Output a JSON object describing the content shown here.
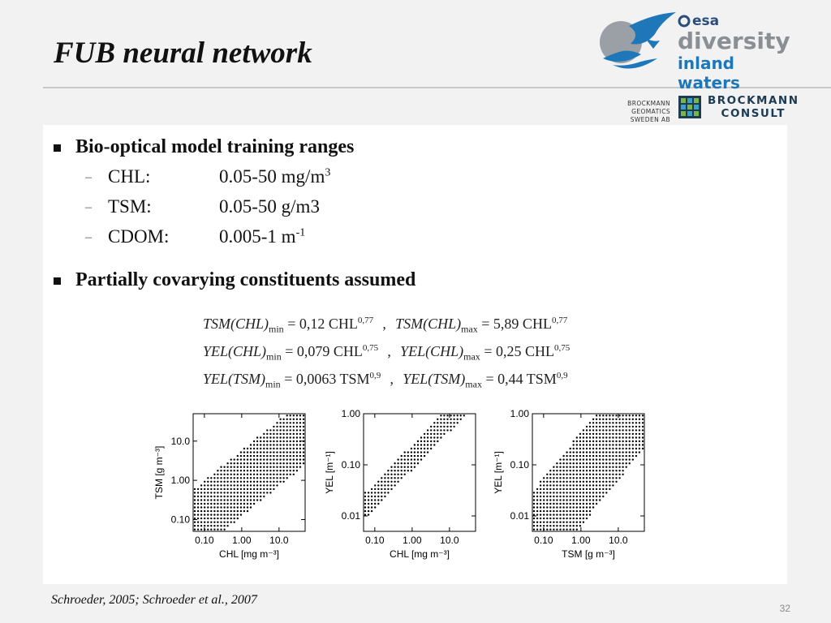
{
  "slide": {
    "title": "FUB neural network",
    "page_number": "32",
    "citation": "Schroeder, 2005; Schroeder et al., 2007"
  },
  "logos": {
    "esa": "esa",
    "diversity": "diversity",
    "inland_waters": "inland waters",
    "brockmann_geomatics_line1": "Brockmann Geomatics",
    "brockmann_geomatics_line2": "Sweden AB",
    "brockmann_consult_line1": "Brockmann",
    "brockmann_consult_line2": "Consult"
  },
  "content": {
    "bullet1": "Bio-optical model training ranges",
    "ranges": [
      {
        "name": "CHL:",
        "value": "0.05-50 mg/m",
        "sup": "3"
      },
      {
        "name": "TSM:",
        "value": "0.05-50 g/m3",
        "sup": ""
      },
      {
        "name": "CDOM:",
        "value": "0.005-1 m",
        "sup": "-1"
      }
    ],
    "bullet2": "Partially covarying constituents assumed",
    "equations": [
      {
        "left": "TSM(CHL)",
        "lsub": "min",
        "lrhs": " = 0,12 CHL",
        "lexp": "0,77",
        "right": "TSM(CHL)",
        "rsub": "max",
        "rrhs": " = 5,89 CHL",
        "rexp": "0,77"
      },
      {
        "left": "YEL(CHL)",
        "lsub": "min",
        "lrhs": " = 0,079 CHL",
        "lexp": "0,75",
        "right": "YEL(CHL)",
        "rsub": "max",
        "rrhs": " = 0,25 CHL",
        "rexp": "0,75"
      },
      {
        "left": "YEL(TSM)",
        "lsub": "min",
        "lrhs": " = 0,0063 TSM",
        "lexp": "0,9",
        "right": "YEL(TSM)",
        "rsub": "max",
        "rrhs": " = 0,44 TSM",
        "rexp": "0,9"
      }
    ]
  },
  "chart_data": [
    {
      "type": "scatter",
      "xlabel": "CHL [mg m⁻³]",
      "ylabel": "TSM [g m⁻³]",
      "x_scale": "log",
      "y_scale": "log",
      "xlim": [
        0.05,
        50
      ],
      "ylim": [
        0.05,
        50
      ],
      "x_ticks": [
        "0.10",
        "1.00",
        "10.0"
      ],
      "y_ticks": [
        "0.10",
        "1.00",
        "10.0"
      ],
      "band": {
        "min_coef": 0.12,
        "max_coef": 5.89,
        "exponent": 0.77
      }
    },
    {
      "type": "scatter",
      "xlabel": "CHL [mg m⁻³]",
      "ylabel": "YEL [m⁻¹]",
      "x_scale": "log",
      "y_scale": "log",
      "xlim": [
        0.05,
        50
      ],
      "ylim": [
        0.005,
        1
      ],
      "x_ticks": [
        "0.10",
        "1.00",
        "10.0"
      ],
      "y_ticks": [
        "0.01",
        "0.10",
        "1.00"
      ],
      "band": {
        "min_coef": 0.079,
        "max_coef": 0.25,
        "exponent": 0.75
      }
    },
    {
      "type": "scatter",
      "xlabel": "TSM [g m⁻³]",
      "ylabel": "YEL [m⁻¹]",
      "x_scale": "log",
      "y_scale": "log",
      "xlim": [
        0.05,
        50
      ],
      "ylim": [
        0.005,
        1
      ],
      "x_ticks": [
        "0.10",
        "1.00",
        "10.0"
      ],
      "y_ticks": [
        "0.01",
        "0.10",
        "1.00"
      ],
      "band": {
        "min_coef": 0.0063,
        "max_coef": 0.44,
        "exponent": 0.9
      }
    }
  ]
}
